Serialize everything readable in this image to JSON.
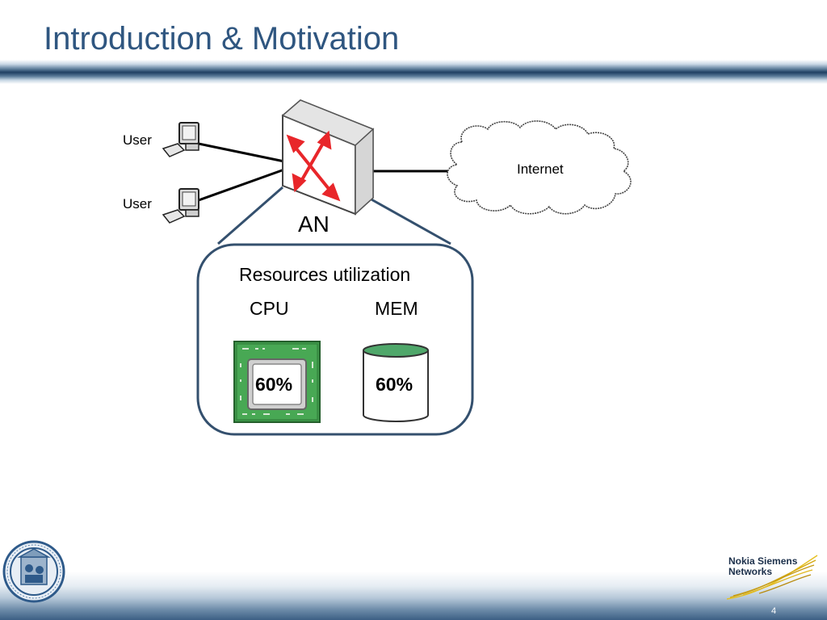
{
  "slide": {
    "title": "Introduction & Motivation",
    "page_number": "4"
  },
  "diagram": {
    "users": [
      "User",
      "User"
    ],
    "access_node_label": "AN",
    "cloud_label": "Internet",
    "resources": {
      "heading": "Resources utilization",
      "cpu": {
        "label": "CPU",
        "value": "60%"
      },
      "mem": {
        "label": "MEM",
        "value": "60%"
      }
    }
  },
  "footer": {
    "brand_line1": "Nokia Siemens",
    "brand_line2": "Networks"
  },
  "colors": {
    "title": "#2f5680",
    "box_border": "#34506e",
    "arrow_red": "#e8262a",
    "chip_green": "#3f9a4a",
    "mem_green": "#4fa76a"
  }
}
